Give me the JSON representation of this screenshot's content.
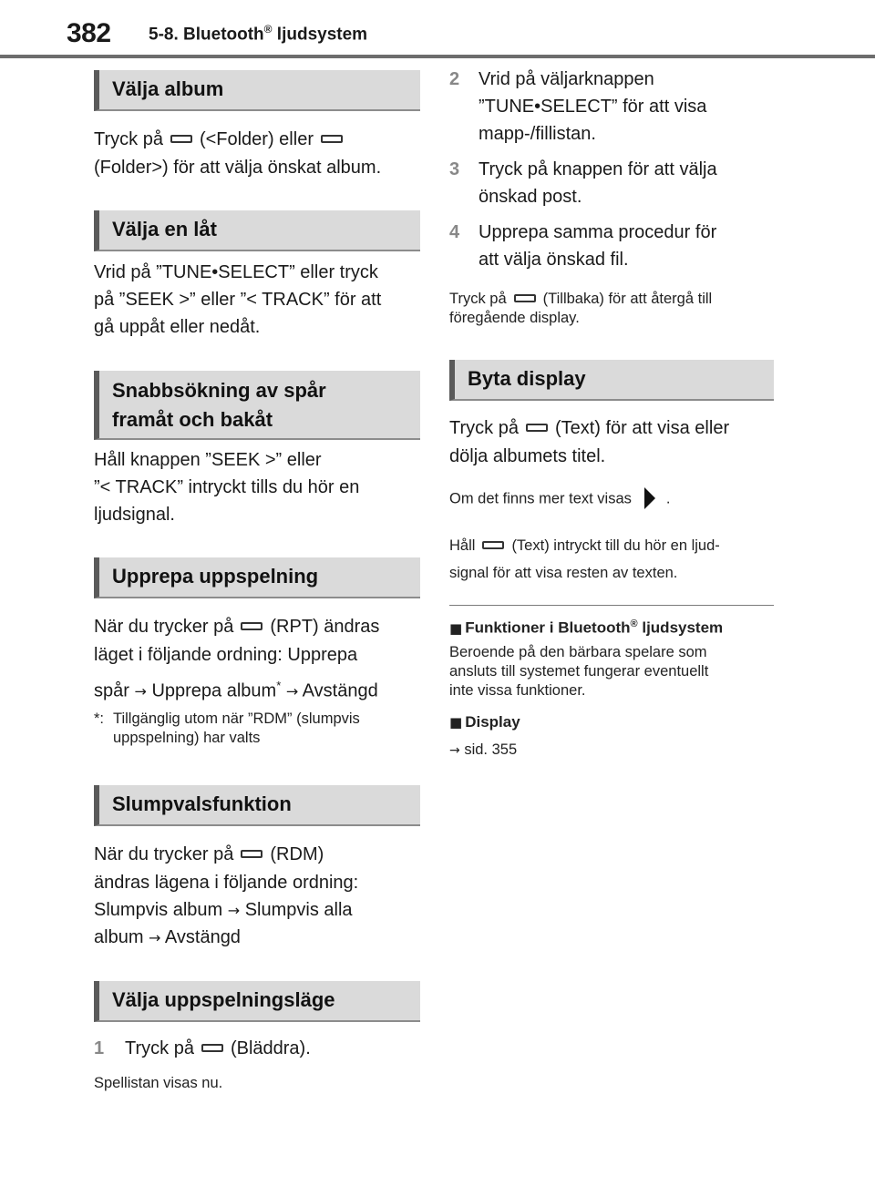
{
  "header": {
    "page_number": "382",
    "section": "5-8. Bluetooth",
    "section_reg": "®",
    "section_tail": " ljudsystem"
  },
  "left": {
    "album": {
      "title": "Välja album",
      "text1_a": "Tryck på",
      "text1_b": "(<Folder) eller",
      "text2": "(Folder>) för att välja önskat album."
    },
    "track": {
      "title": "Välja en låt",
      "lines": [
        "Vrid på ”TUNE•SELECT” eller tryck",
        "på ”SEEK >” eller ”< TRACK” för att",
        "gå uppåt eller nedåt."
      ]
    },
    "seek": {
      "title_line1": "Snabbsökning av spår",
      "title_line2": "framåt och bakåt",
      "lines": [
        "Håll knappen ”SEEK >” eller",
        "”< TRACK” intryckt tills du hör en",
        "ljudsignal."
      ]
    },
    "repeat": {
      "title": "Upprepa uppspelning",
      "line1_a": "När du trycker på",
      "line1_b": "(RPT) ändras",
      "line2": "läget i följande ordning: Upprepa",
      "line3_a": "spår",
      "line3_b": "Upprepa album",
      "line3_star": "*",
      "line3_c": "Avstängd",
      "footnote_mark": "*:",
      "footnote1": "Tillgänglig utom när ”RDM” (slumpvis",
      "footnote2": "uppspelning) har valts"
    },
    "random": {
      "title": "Slumpvalsfunktion",
      "line1_a": "När du trycker på",
      "line1_b": "(RDM)",
      "line2": "ändras lägena i följande ordning:",
      "line3_a": "Slumpvis album",
      "line3_b": "Slumpvis alla",
      "line4_a": "album",
      "line4_b": "Avstängd"
    },
    "mode": {
      "title": "Välja uppspelningsläge",
      "step1_num": "1",
      "step1_a": "Tryck på",
      "step1_b": "(Bläddra).",
      "step1_note": "Spellistan visas nu."
    }
  },
  "right": {
    "step2_num": "2",
    "step2_lines": [
      "Vrid på väljarknappen",
      "”TUNE•SELECT” för att visa",
      "mapp-/fillistan."
    ],
    "step3_num": "3",
    "step3_lines": [
      "Tryck på knappen för att välja",
      "önskad post."
    ],
    "step4_num": "4",
    "step4_lines": [
      "Upprepa samma procedur för",
      "att välja önskad fil."
    ],
    "back_a": "Tryck på",
    "back_b": "(Tillbaka) för att återgå till",
    "back_c": "föregående display.",
    "display": {
      "title": "Byta display",
      "line1_a": "Tryck på",
      "line1_b": "(Text) för att visa eller",
      "line2": "dölja albumets titel.",
      "more_a": "Om det finns mer text visas",
      "more_b": ".",
      "hold_a": "Håll",
      "hold_b": "(Text) intryckt till du hör en ljud-",
      "hold_c": "signal för att visa resten av texten."
    },
    "functions": {
      "title_a": "Funktioner i Bluetooth",
      "title_reg": "®",
      "title_b": " ljudsystem",
      "lines": [
        "Beroende på den bärbara spelare som",
        "ansluts till systemet fungerar eventuellt",
        "inte vissa funktioner."
      ]
    },
    "display_ref": {
      "title": "Display",
      "ref": "sid. 355"
    }
  },
  "icons": {
    "arrow": "→",
    "square": "■"
  }
}
